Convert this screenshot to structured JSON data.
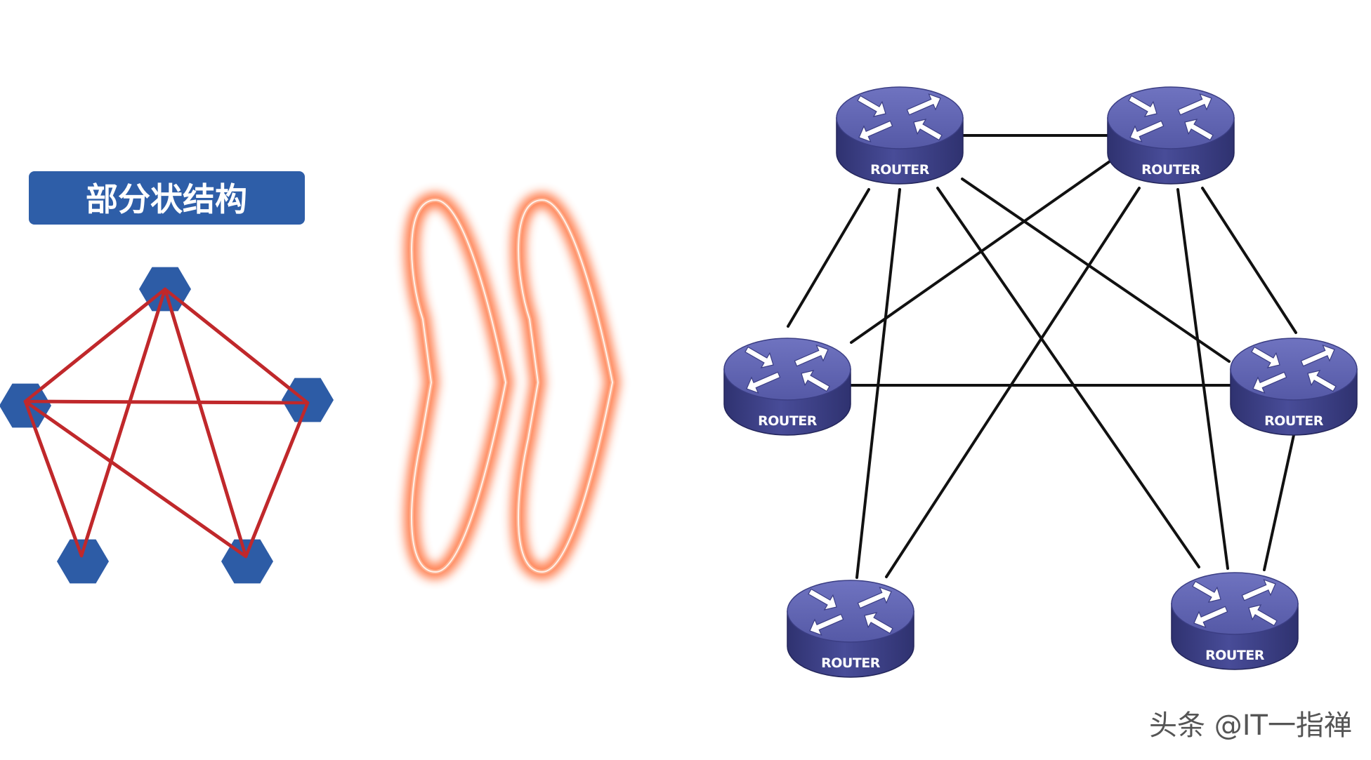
{
  "title": "部分状结构",
  "watermark": "头条 @IT一指禅",
  "colors": {
    "title_bg": "#2e5ea8",
    "node_fill": "#2d5ca6",
    "left_edge": "#c0282b",
    "right_edge": "#111111",
    "router_top": "#5f63b0",
    "router_side": "#3c3f86",
    "arrow_glow": "#ff7a4a"
  },
  "left_graph": {
    "nodes": [
      "n1",
      "n2",
      "n3",
      "n4",
      "n5"
    ],
    "edges": [
      [
        "n1",
        "n2"
      ],
      [
        "n1",
        "n3"
      ],
      [
        "n1",
        "n4"
      ],
      [
        "n1",
        "n5"
      ],
      [
        "n2",
        "n3"
      ],
      [
        "n2",
        "n4"
      ],
      [
        "n2",
        "n5"
      ],
      [
        "n3",
        "n5"
      ]
    ]
  },
  "routers": [
    {
      "id": "r1",
      "label": "ROUTER"
    },
    {
      "id": "r2",
      "label": "ROUTER"
    },
    {
      "id": "r3",
      "label": "ROUTER"
    },
    {
      "id": "r4",
      "label": "ROUTER"
    },
    {
      "id": "r5",
      "label": "ROUTER"
    },
    {
      "id": "r6",
      "label": "ROUTER"
    }
  ],
  "right_graph": {
    "edges": [
      [
        "r1",
        "r2"
      ],
      [
        "r1",
        "r3"
      ],
      [
        "r1",
        "r5"
      ],
      [
        "r1",
        "r4"
      ],
      [
        "r1",
        "r6"
      ],
      [
        "r2",
        "r3"
      ],
      [
        "r2",
        "r5"
      ],
      [
        "r2",
        "r4"
      ],
      [
        "r2",
        "r6"
      ],
      [
        "r3",
        "r4"
      ],
      [
        "r4",
        "r6"
      ]
    ]
  }
}
